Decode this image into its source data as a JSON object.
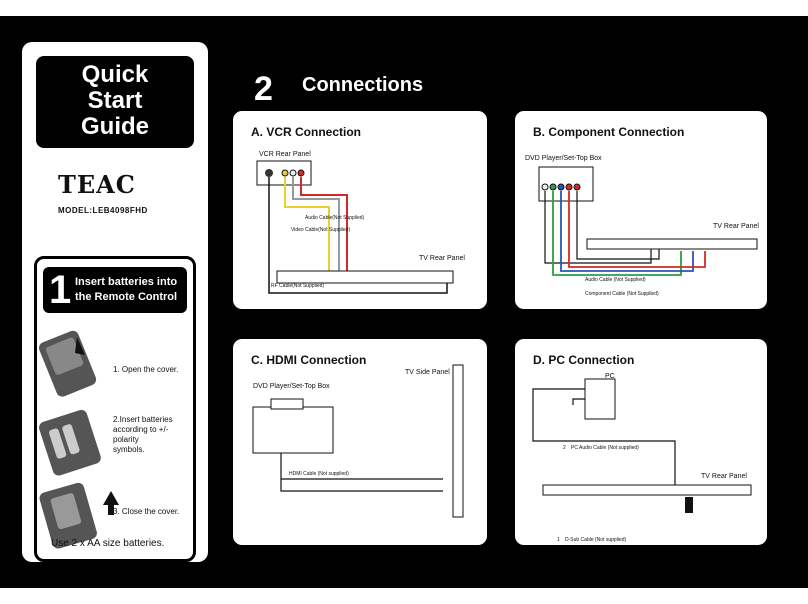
{
  "guide": {
    "title_line1": "Quick",
    "title_line2": "Start",
    "title_line3": "Guide",
    "brand": "TEAC",
    "model": "MODEL:LEB4098FHD"
  },
  "batteries": {
    "number": "1",
    "title_line1": "Insert batteries into",
    "title_line2": "the Remote Control",
    "step1": "1. Open the cover.",
    "step2_line1": "2.Insert batteries",
    "step2_line2": "according to +/- polarity",
    "step2_line3": "symbols.",
    "step3": "3. Close the cover.",
    "footer": "Use 2 x AA  size batteries."
  },
  "section": {
    "number": "2",
    "title": "Connections"
  },
  "vcr": {
    "title": "A. VCR Connection",
    "rear_panel": "VCR Rear Panel",
    "audio_cable": "Audio Cable(Not Supplied)",
    "video_cable": "Video Cable(Not Supplied)",
    "tv_rear": "TV Rear Panel",
    "rf_cable": "RF Cable(Not Supplied)"
  },
  "component": {
    "title": "B. Component Connection",
    "dvd": "DVD Player/Set-Top Box",
    "tv_rear": "TV Rear Panel",
    "audio_cable": "Audio Cable (Not Supplied)",
    "component_cable": "Component Cable (Not Supplied)"
  },
  "hdmi": {
    "title": "C. HDMI Connection",
    "tv_side": "TV Side Panel",
    "dvd": "DVD Player/Set-Top Box",
    "cable": "HDMI Cable (Not supplied)"
  },
  "pc": {
    "title": "D. PC Connection",
    "pc_label": "PC",
    "audio_cable": "PC Audio Cable (Not supplied)",
    "audio_num": "2",
    "tv_rear": "TV Rear Panel",
    "dsub_cable": "D-Sub Cable (Not supplied)",
    "dsub_num": "1"
  },
  "colors": {
    "background": "#000000",
    "panel": "#ffffff",
    "cable_yellow": "#e8d12a",
    "cable_red": "#d62828",
    "cable_white": "#eeeeee",
    "cable_green": "#2e9e3e",
    "cable_blue": "#2a55b8"
  }
}
